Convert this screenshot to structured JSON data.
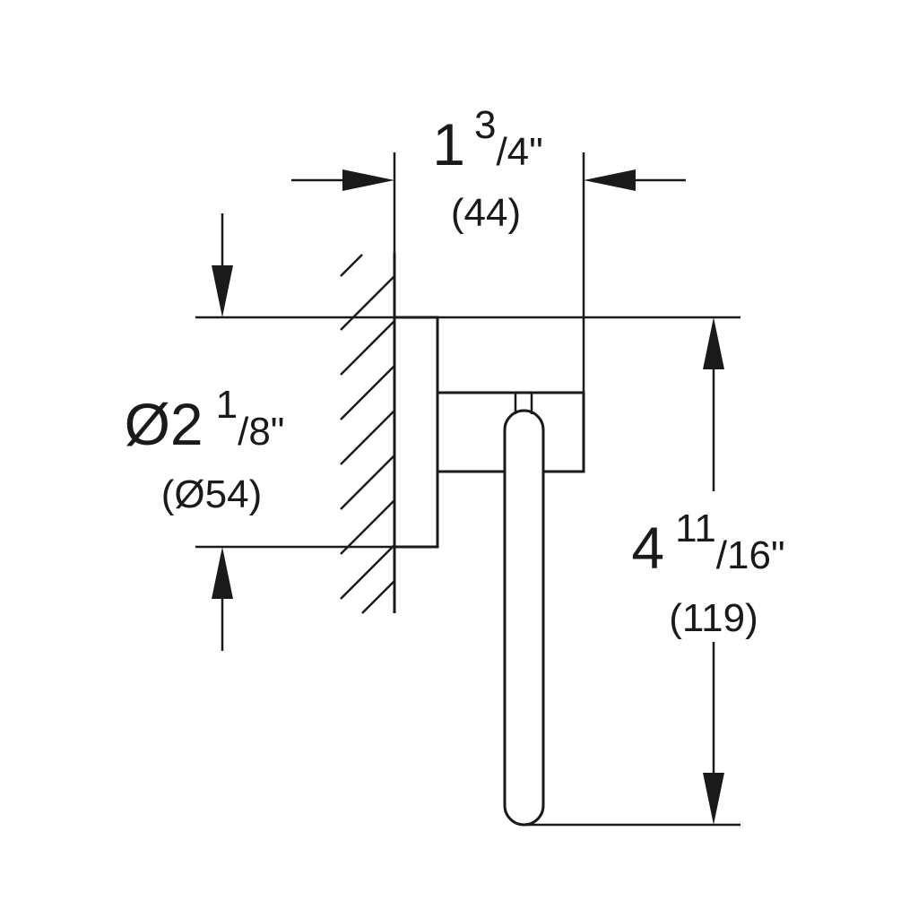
{
  "dimensions": {
    "projection": {
      "whole": "1",
      "numerator": "3",
      "slash_denominator": "/4\"",
      "metric": "(44)"
    },
    "diameter": {
      "whole": "Ø2",
      "numerator": "1",
      "slash_denominator": "/8\"",
      "metric": "(Ø54)"
    },
    "height": {
      "whole": "4",
      "numerator": "11",
      "slash_denominator": "/16\"",
      "metric": "(119)"
    }
  },
  "colors": {
    "line": "#1a1a1a",
    "background": "#ffffff"
  }
}
